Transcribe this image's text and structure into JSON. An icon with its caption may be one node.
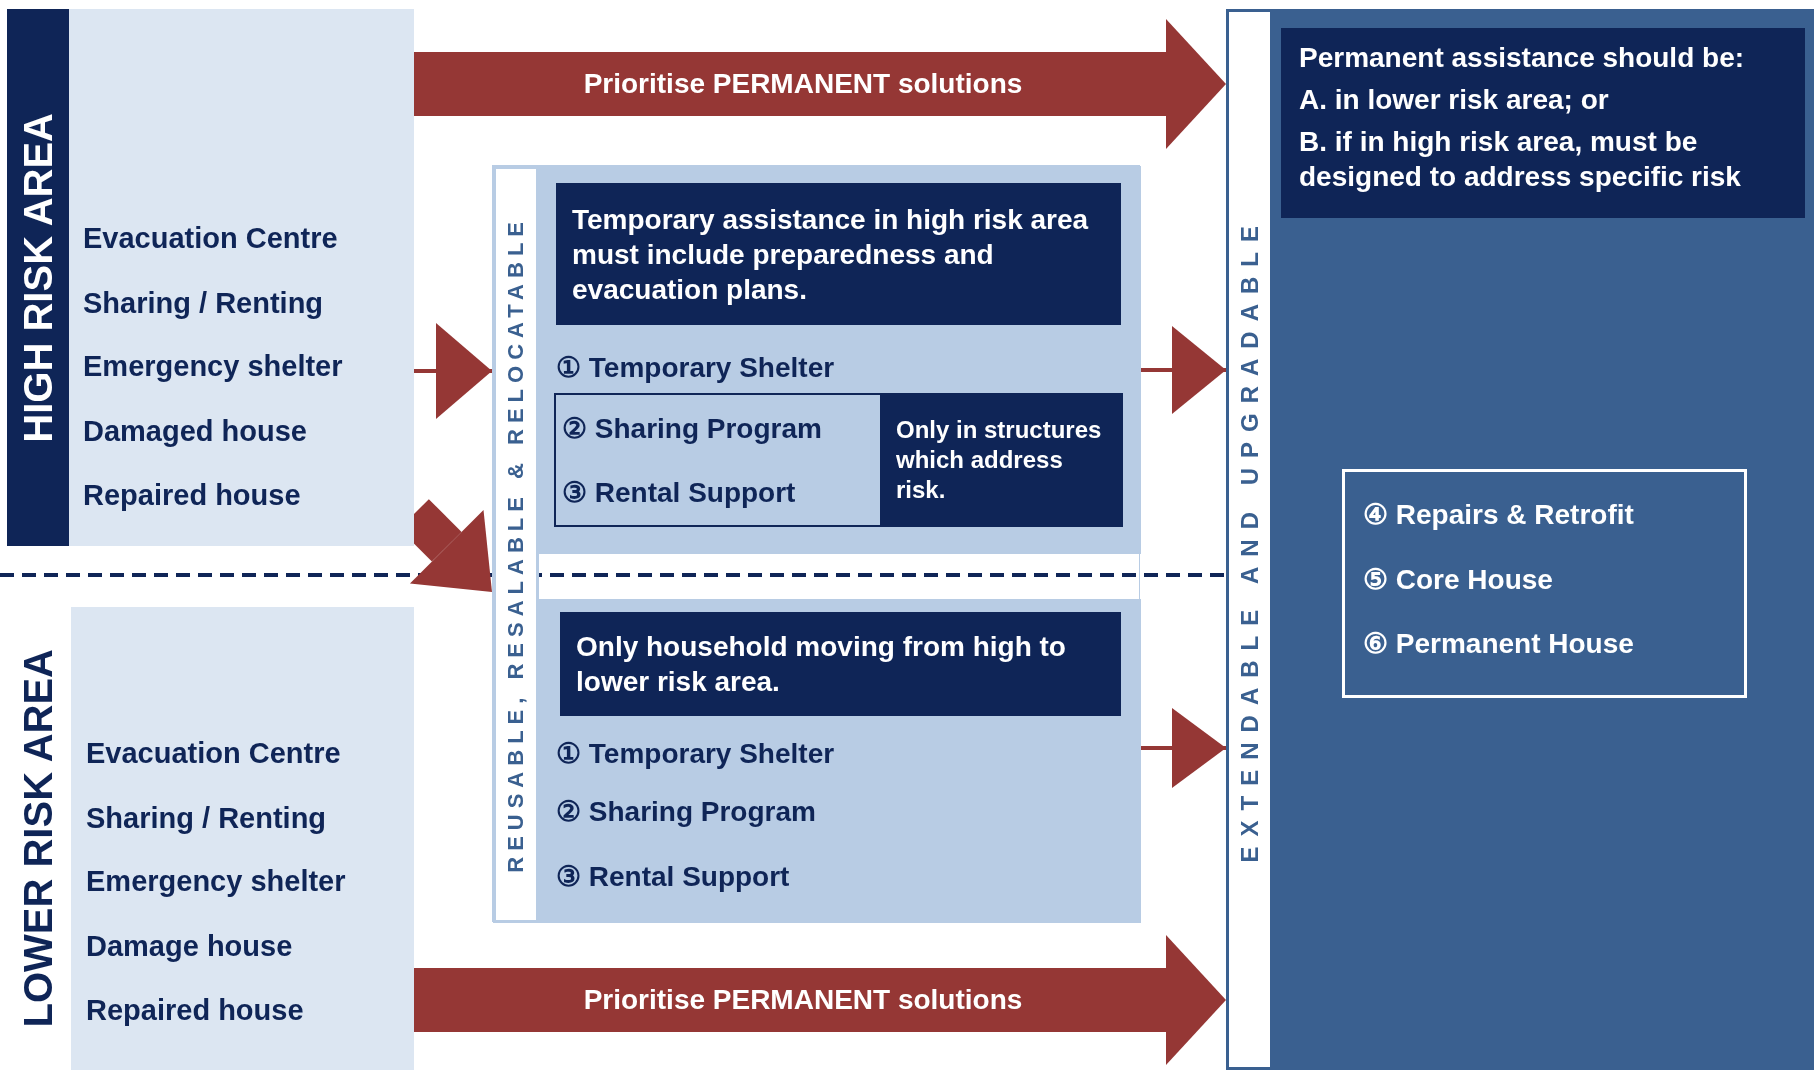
{
  "diagram": {
    "nodes": [
      {
        "text": [
          "HIGH RISK AREA",
          "Evacuation Centre",
          "Sharing / Renting",
          "Emergency shelter",
          "Damaged house",
          "Repaired house"
        ]
      },
      {
        "text": [
          "LOWER RISK AREA",
          "Evacuation Centre",
          "Sharing / Renting",
          "Emergency shelter",
          "Damage house",
          "Repaired house"
        ]
      },
      {
        "text": [
          "REUSABLE, RESALABLE & RELOCATABLE"
        ]
      },
      {
        "text": [
          "Temporary assistance in high risk area must include preparedness and evacuation plans.",
          "① Temporary Shelter"
        ],
        "in": 2
      },
      {
        "text": [
          "② Sharing Program",
          "③ Rental Support",
          "Only in structures which address risk."
        ],
        "in": 3
      },
      {
        "text": [
          "Only household moving from high to lower risk area.",
          "① Temporary Shelter",
          "② Sharing Program",
          "③ Rental Support"
        ],
        "in": 2
      },
      {
        "text": [
          "EXTENDABLE AND UPGRADABLE"
        ]
      },
      {
        "text": [
          "Permanent assistance should be:",
          "A. in lower risk area; or",
          "B. if in high risk area, must be designed to address specific risk"
        ],
        "in": 6
      },
      {
        "text": [
          "④ Repairs & Retrofit",
          "⑤ Core House",
          "⑥ Permanent House"
        ],
        "in": 6
      }
    ],
    "edges": [
      {
        "from": 0,
        "to": 6,
        "arrow": "to",
        "label": "Prioritise PERMANENT solutions",
        "style": "thick"
      },
      {
        "from": 0,
        "to": 2,
        "arrow": "to"
      },
      {
        "from": 0,
        "to": 2,
        "arrow": "to",
        "style": "thick"
      },
      {
        "from": 3,
        "to": 6,
        "arrow": "to"
      },
      {
        "from": 5,
        "to": 6,
        "arrow": "to"
      },
      {
        "from": 1,
        "to": 6,
        "arrow": "to",
        "label": "Prioritise PERMANENT solutions",
        "style": "thick"
      }
    ]
  }
}
